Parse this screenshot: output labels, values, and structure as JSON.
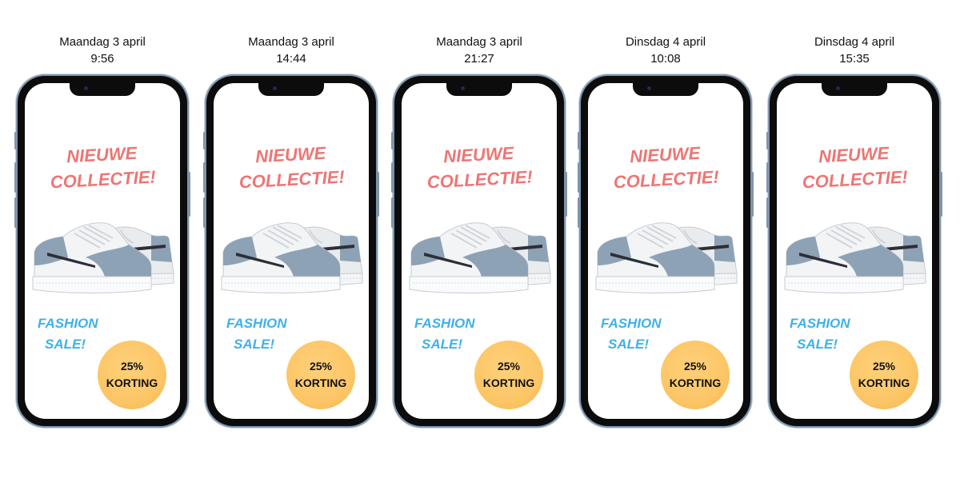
{
  "ad": {
    "headline_line1": "NIEUWE",
    "headline_line2": "COLLECTIE!",
    "sale_line1": "FASHION",
    "sale_line2": "SALE!",
    "badge_line1": "25%",
    "badge_line2": "KORTING"
  },
  "colors": {
    "headline": "#ee7574",
    "sale": "#3fb1ea",
    "badge": "#fcc667",
    "shoe_accent": "#7f95ad",
    "phone_frame": "#7f95ad"
  },
  "icons": [
    "sneakers-image"
  ],
  "timeline": [
    {
      "date": "Maandag 3 april",
      "time": "9:56"
    },
    {
      "date": "Maandag 3 april",
      "time": "14:44"
    },
    {
      "date": "Maandag 3 april",
      "time": "21:27"
    },
    {
      "date": "Dinsdag 4 april",
      "time": "10:08"
    },
    {
      "date": "Dinsdag 4 april",
      "time": "15:35"
    }
  ]
}
